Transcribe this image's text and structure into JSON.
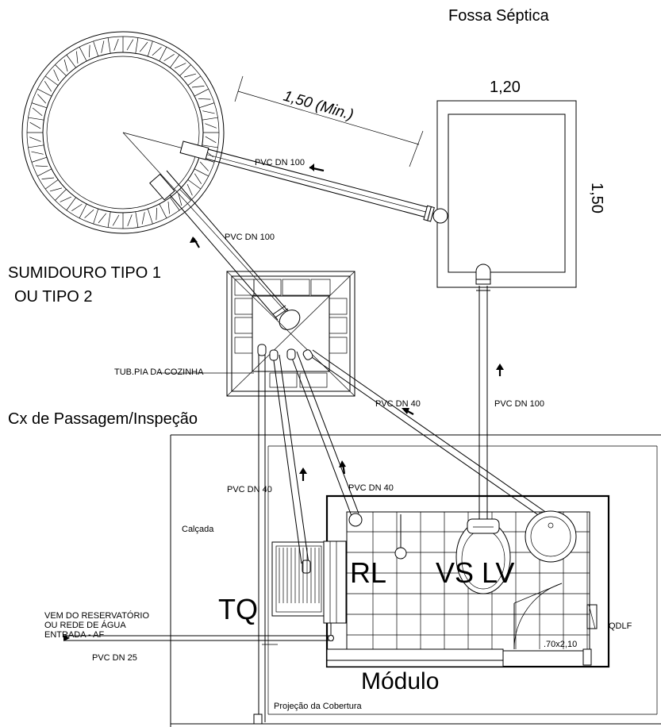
{
  "labels": {
    "fossa_title": "Fossa Séptica",
    "fossa_width": "1,20",
    "fossa_length": "1,50",
    "min_distance": "1,50 (Min.)",
    "pipe_fossa_sumidouro": "PVC DN 100",
    "pipe_caixa_sumidouro": "PVC DN 100",
    "sumidouro_line1": "SUMIDOURO TIPO 1",
    "sumidouro_line2": "OU TIPO 2",
    "tub_pia": "TUB.PIA DA COZINHA",
    "caixa_title": "Cx de Passagem/Inspeção",
    "pipe_lv": "PVC DN 40",
    "pipe_vs": "PVC DN 100",
    "pipe_tq": "PVC DN 40",
    "pipe_rl": "PVC DN 40",
    "calcada": "Calçada",
    "rl": "RL",
    "vs_lv": "VS LV",
    "tq": "TQ",
    "vem_line1": "VEM DO RESERVATÓRIO",
    "vem_line2": "OU REDE DE ÁGUA",
    "vem_line3": "ENTRADA - AF",
    "pipe_agua": "PVC DN 25",
    "qdlf": "QDLF",
    "porta": ".70x2,10",
    "modulo": "Módulo",
    "projecao": "Projeção da Cobertura"
  }
}
